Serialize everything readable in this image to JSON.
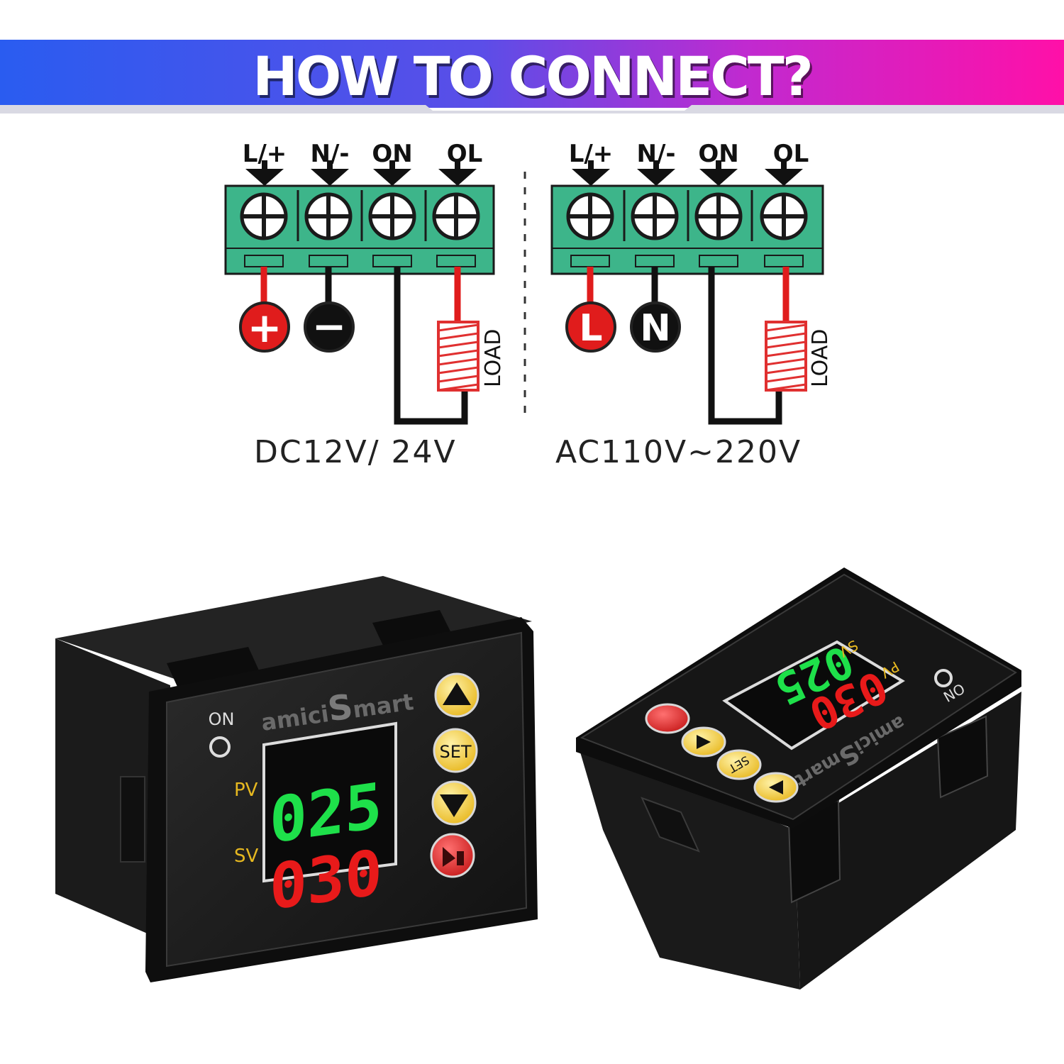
{
  "banner": {
    "title": "HOW TO CONNECT?",
    "gradient_start": "#2a5cf0",
    "gradient_end": "#ff10a8"
  },
  "colors": {
    "terminal_block": "#3db58a",
    "wire_positive": "#e01c1c",
    "wire_negative": "#111111",
    "load_coil": "#e03030"
  },
  "diagrams": [
    {
      "id": "dc",
      "terminals": [
        "L/+",
        "N/-",
        "ON",
        "OL"
      ],
      "sources": [
        {
          "symbol": "+",
          "color": "#e01c1c"
        },
        {
          "symbol": "−",
          "color": "#111111"
        }
      ],
      "load_label": "LOAD",
      "voltage": "DC12V/ 24V"
    },
    {
      "id": "ac",
      "terminals": [
        "L/+",
        "N/-",
        "ON",
        "OL"
      ],
      "sources": [
        {
          "symbol": "L",
          "color": "#e01c1c"
        },
        {
          "symbol": "N",
          "color": "#111111"
        }
      ],
      "load_label": "LOAD",
      "voltage": "AC110V~220V"
    }
  ],
  "device_front": {
    "brand_a": "amici",
    "brand_b": "mart",
    "on_label": "ON",
    "pv_label": "PV",
    "sv_label": "SV",
    "pv_value": "025",
    "sv_value": "030",
    "set_label": "SET",
    "pv_color": "#1ee04a",
    "sv_color": "#e81a1a"
  },
  "device_angled": {
    "brand_a": "amici",
    "brand_b": "mart",
    "on_label": "ON",
    "pv_label": "PV",
    "sv_label": "SV",
    "pv_value": "025",
    "sv_value": "030",
    "set_label": "SET"
  }
}
